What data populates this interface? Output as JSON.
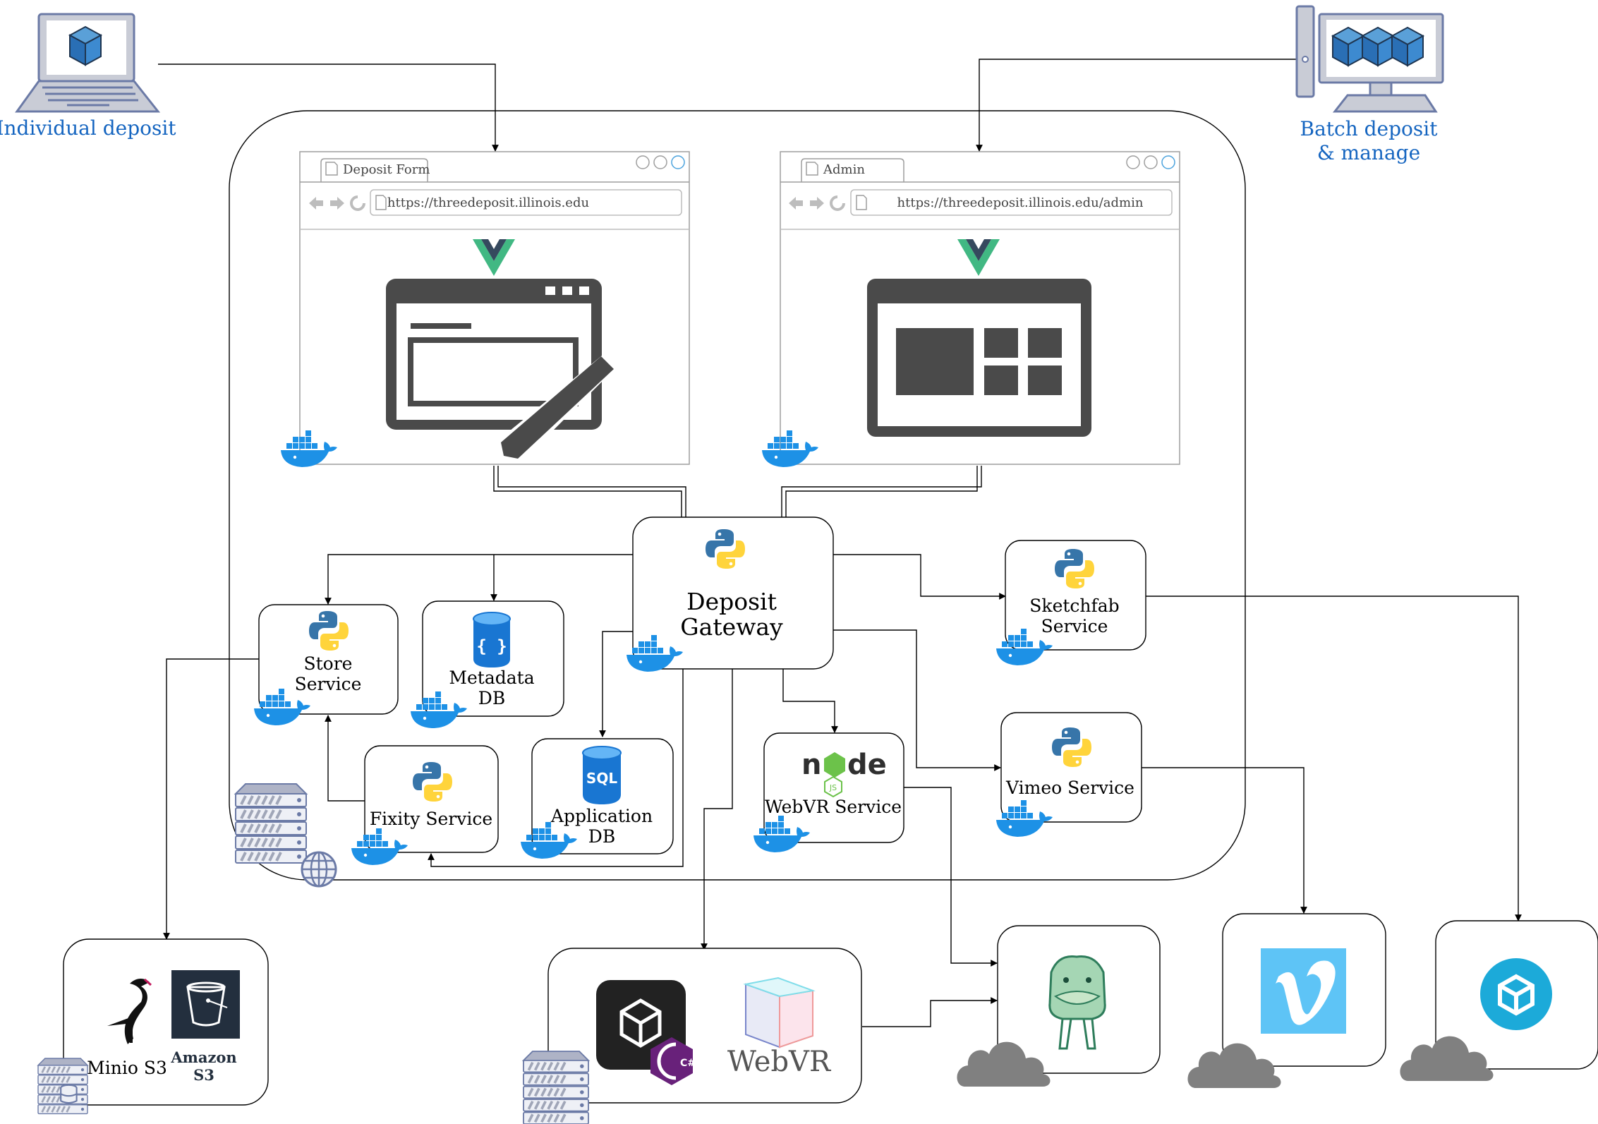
{
  "actors": {
    "individual": "Individual deposit",
    "batch_line1": "Batch deposit",
    "batch_line2": "& manage"
  },
  "browsers": {
    "deposit": {
      "tab": "Deposit Form",
      "url": "https://threedeposit.illinois.edu"
    },
    "admin": {
      "tab": "Admin",
      "url": "https://threedeposit.illinois.edu/admin"
    }
  },
  "services": {
    "gateway": [
      "Deposit",
      "Gateway"
    ],
    "store": [
      "Store",
      "Service"
    ],
    "metadata": [
      "Metadata",
      "DB"
    ],
    "sketchfab": [
      "Sketchfab",
      "Service"
    ],
    "fixity": "Fixity Service",
    "appdb": [
      "Application",
      "DB"
    ],
    "webvr": "WebVR Service",
    "vimeo": "Vimeo Service"
  },
  "storage": {
    "minio": "Minio S3",
    "amazon": [
      "Amazon",
      "S3"
    ],
    "webvr_logo": "WebVR",
    "unity_badge": "C#",
    "sql_badge": "SQL",
    "json_badge": "{ }"
  },
  "colors": {
    "accent_blue": "#1565c0",
    "docker": "#1d91e6",
    "vue_green": "#41b883",
    "vue_dark": "#35495e",
    "python_blue": "#3775a9",
    "python_yellow": "#ffd43b",
    "vimeo": "#5ec4f6",
    "sketchfab": "#1caad9",
    "cloud": "#808080"
  }
}
